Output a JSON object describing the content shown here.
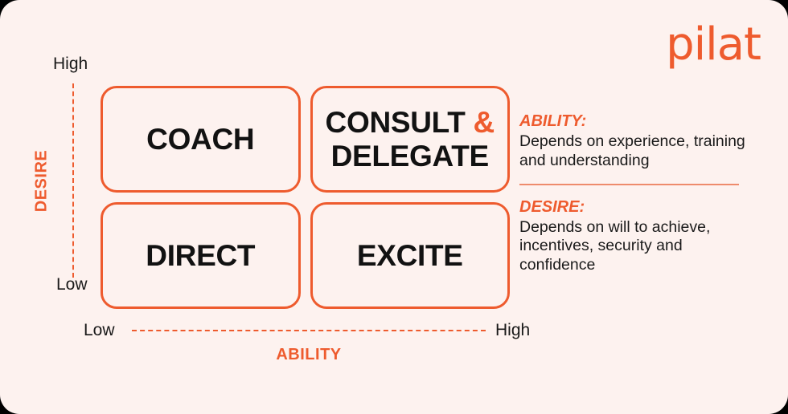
{
  "brand": {
    "logo_text": "pilat",
    "accent_color": "#EE5B2E",
    "background_color": "#FDF2EF",
    "text_color": "#121212"
  },
  "axes": {
    "y": {
      "name": "DESIRE",
      "high_label": "High",
      "low_label": "Low"
    },
    "x": {
      "name": "ABILITY",
      "low_label": "Low",
      "high_label": "High"
    }
  },
  "quadrants": [
    {
      "id": "coach",
      "label": "COACH",
      "label2": "",
      "amp": false
    },
    {
      "id": "consult",
      "label": "CONSULT",
      "label2": "DELEGATE",
      "amp": true
    },
    {
      "id": "direct",
      "label": "DIRECT",
      "label2": "",
      "amp": false
    },
    {
      "id": "excite",
      "label": "EXCITE",
      "label2": "",
      "amp": false
    }
  ],
  "quad_text": {
    "coach": "COACH",
    "consult_line1": "CONSULT",
    "consult_amp": "&",
    "consult_line2": "DELEGATE",
    "direct": "DIRECT",
    "excite": "EXCITE"
  },
  "legend": {
    "ability": {
      "title": "ABILITY:",
      "body": "Depends on experience, training and understanding"
    },
    "desire": {
      "title": "DESIRE:",
      "body": "Depends on will to achieve, incentives, security and confidence"
    }
  }
}
